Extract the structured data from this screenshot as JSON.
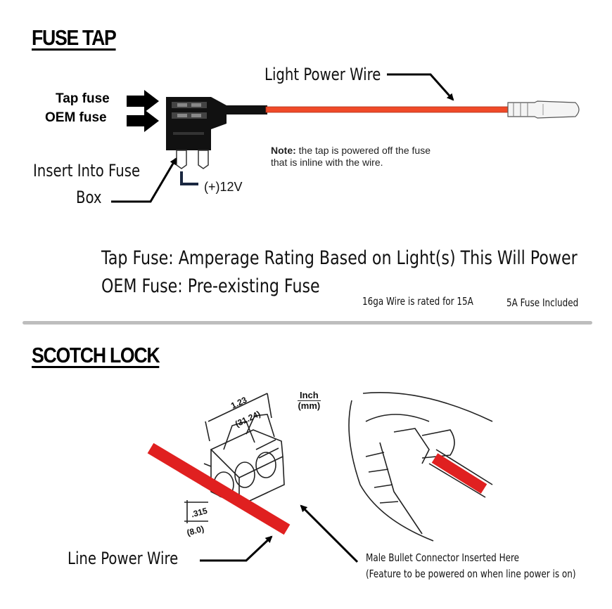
{
  "fuse_tap": {
    "title": "FUSE TAP",
    "light_power_wire": "Light Power Wire",
    "tap_fuse_label": "Tap fuse",
    "oem_fuse_label": "OEM fuse",
    "insert_line1": "Insert Into Fuse",
    "insert_line2": "Box",
    "voltage": "(+)12V",
    "note_bold": "Note:",
    "note_text": " the tap is powered off the fuse",
    "note_text2": "that is inline with the wire.",
    "tap_fuse_desc": "Tap Fuse: Amperage Rating Based on Light(s) This Will Power",
    "oem_fuse_desc_label": "OEM Fuse:",
    "oem_fuse_desc_value": " Pre-existing Fuse",
    "wire_rating": "16ga Wire is rated for 15A",
    "fuse_included": "5A Fuse Included"
  },
  "scotch_lock": {
    "title": "SCOTCH LOCK",
    "unit_top": "Inch",
    "unit_bottom": "(mm)",
    "dim_length": "1.23",
    "dim_length_mm": "(31.24)",
    "dim_height": ".315",
    "dim_height_mm": "(8.0)",
    "line_power_wire": "Line Power Wire",
    "bullet_line1": "Male Bullet Connector Inserted Here",
    "bullet_line2": "(Feature to be powered on when line power is on)"
  },
  "colors": {
    "wire_red": "#e02020",
    "wire_orange": "#f04a28",
    "divider": "#bdbdbd"
  }
}
